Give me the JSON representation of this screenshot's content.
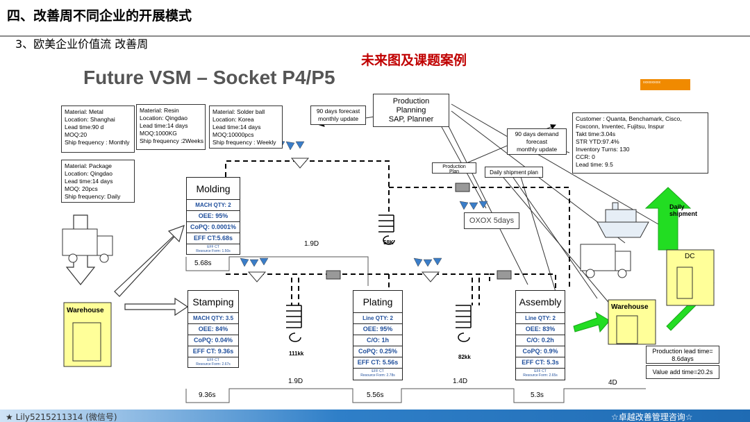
{
  "header": {
    "section_title": "四、改善周不同企业的开展模式",
    "subtitle": "3、欧美企业价值流 改善周",
    "red_title": "未来图及课题案例"
  },
  "vsm": {
    "title": "Future VSM – Socket P4/P5",
    "orange_tag": "xxxxxxxxxx"
  },
  "suppliers": [
    {
      "text": "Material: Metal\nLocation: Shanghai\nLead time:90 d\nMOQ:20 \nShip frequency : Monthly"
    },
    {
      "text": "Material: Resin\nLocation: Qingdao\nLead time:14 days\nMOQ:1000KG\nShip frequency :2Weeks"
    },
    {
      "text": "Material: Solder ball\nLocation: Korea\nLead time:14 days\nMOQ:10000pcs\nShip frequency : Weekly"
    },
    {
      "text": "Material: Package\nLocation: Qingdao\nLead time:14 days\nMOQ: 20pcs\nShip frequency: Daily"
    }
  ],
  "customer": {
    "text": "Customer : Quanta, Benchamark, Cisco,\nFoxconn, Inventec, Fujitsu, Inspur\nTakt time:3.04s\nSTR YTD:97.4%\nInventory Turns: 130\nCCR: 0\nLead time: 9.5"
  },
  "planning": {
    "line1": "Production",
    "line2": "Planning",
    "line3": "SAP, Planner"
  },
  "notes": {
    "forecast_monthly": "90 days forecast\nmonthly update",
    "demand_forecast": "90 days demand\nforecast\nmonthly update",
    "production_plan": "Production\nPlan",
    "daily_shipment_plan": "Daily shipment plan",
    "oxox": "OXOX 5days",
    "daily_shipment": "Daily\nshipment"
  },
  "processes": {
    "molding": {
      "name": "Molding",
      "rows": [
        "MACH QTY: 2",
        "OEE: 95%",
        "CoPQ:  0.0001%",
        "EFF CT:5.68s"
      ],
      "foot": "EFF CT\nResource Form: 1.50s"
    },
    "stamping": {
      "name": "Stamping",
      "rows": [
        "MACH QTY: 3.5",
        "OEE: 84%",
        "CoPQ: 0.04%",
        "EFF CT: 9.36s"
      ],
      "foot": "EFF CT\nResource Form: 2.67s"
    },
    "plating": {
      "name": "Plating",
      "rows": [
        "Line QTY: 2",
        "OEE: 95%",
        "C/O: 1h",
        "CoPQ: 0.25%",
        "EFF CT: 5.56s"
      ],
      "foot": "EFF CT\nResource Form: 2.78s"
    },
    "assembly": {
      "name": "Assembly",
      "rows": [
        "Line QTY: 2",
        "OEE: 83%",
        "C/O: 0.2h",
        "CoPQ: 0.9%",
        "EFF CT: 5.3s"
      ],
      "foot": "EFF CT\nResource Form: 2.65s"
    }
  },
  "inventory": {
    "molding_out": "58K",
    "stamping_out": "111kk",
    "plating_out": "82kk"
  },
  "warehouse": {
    "left": "Warehouse",
    "right": "Warehouse",
    "dc": "DC"
  },
  "timeline": {
    "molding_ct": "5.68s",
    "molding_lt": "1.9D",
    "stamping_ct": "9.36s",
    "stamping_lt": "1.9D",
    "plating_ct": "5.56s",
    "plating_lt": "1.4D",
    "assembly_ct": "5.3s",
    "final_lt": "4D"
  },
  "summary": {
    "lead": "Production lead time=\n8.6days",
    "value_add": "Value add time=20.2s"
  },
  "footer": {
    "left": "★ Lily5215211314 (微信号)",
    "right": "☆卓越改善管理咨询☆"
  },
  "colors": {
    "accent_blue": "#1f4e9b",
    "red": "#c00000",
    "green": "#22dd22",
    "warehouse_yellow": "#ffff99"
  }
}
